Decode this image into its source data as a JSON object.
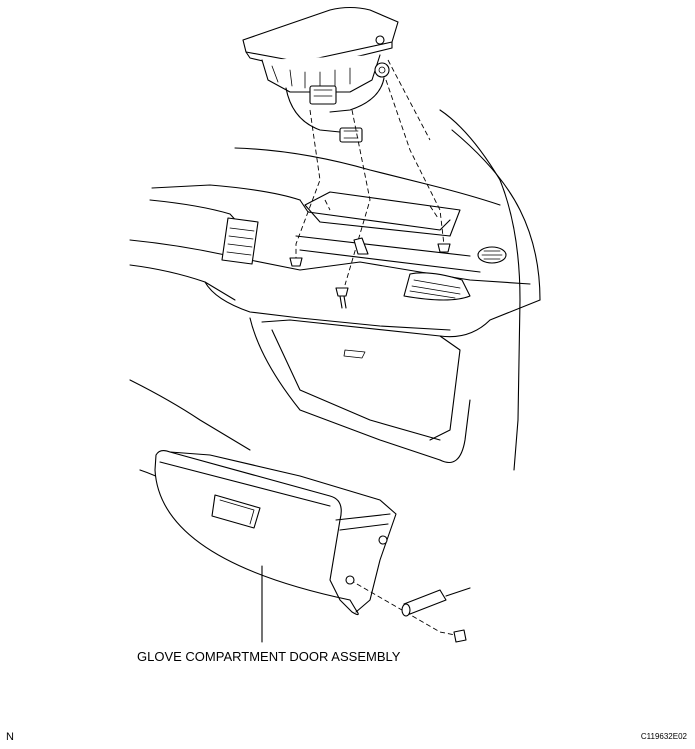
{
  "callout": {
    "label": "GLOVE COMPARTMENT DOOR ASSEMBLY"
  },
  "footer": {
    "left_marker": "N",
    "figure_id": "C119632E02"
  }
}
